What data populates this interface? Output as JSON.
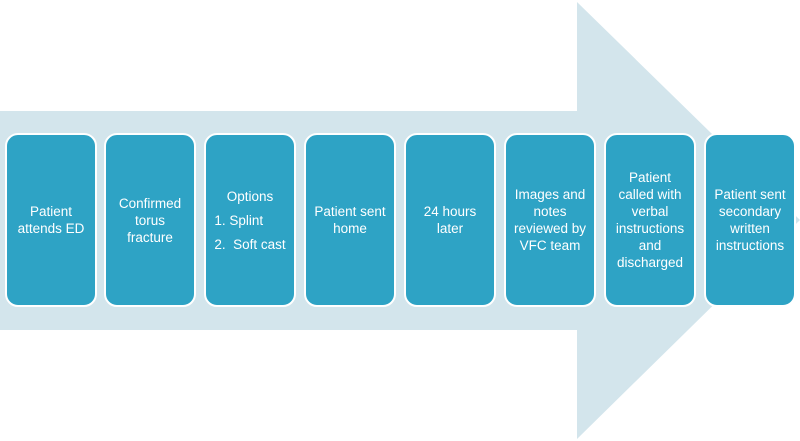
{
  "colors": {
    "arrow": "#d3e5ec",
    "box": "#2ea3c5",
    "box_border": "#ffffff",
    "text": "#ffffff"
  },
  "steps": [
    {
      "label": "Patient attends ED"
    },
    {
      "label": "Confirmed torus fracture"
    },
    {
      "heading": "Options",
      "options": [
        "1. Splint",
        "2.  Soft cast"
      ]
    },
    {
      "label": "Patient sent home"
    },
    {
      "label": "24 hours later"
    },
    {
      "label": "Images and notes reviewed by VFC team"
    },
    {
      "label": "Patient called with verbal instructions and discharged"
    },
    {
      "label": "Patient sent secondary written instructions"
    }
  ]
}
